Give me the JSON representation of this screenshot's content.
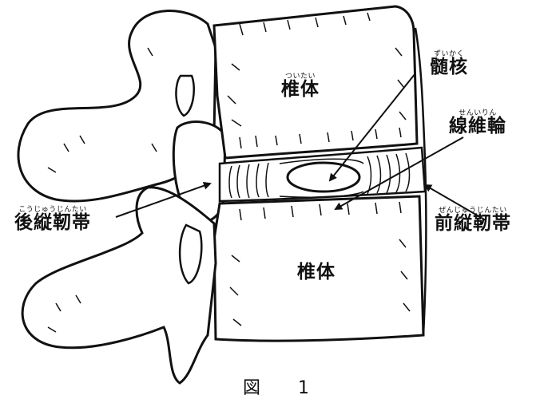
{
  "figure": {
    "caption": "図 1"
  },
  "labels": {
    "vertebral_body_upper": {
      "ruby": "ついたい",
      "text": "椎体"
    },
    "vertebral_body_lower": {
      "text": "椎体"
    },
    "nucleus_pulposus": {
      "ruby": "ずいかく",
      "text": "髄核"
    },
    "annulus_fibrosus": {
      "ruby": "せんいりん",
      "text": "線維輪"
    },
    "posterior_longitudinal_ligament": {
      "ruby": "こうじゅうじんたい",
      "text": "後縦靭帯"
    },
    "anterior_longitudinal_ligament": {
      "ruby": "ぜんじゅうじんたい",
      "text": "前縦靭帯"
    }
  },
  "colors": {
    "ink": "#111111",
    "background": "#ffffff"
  }
}
